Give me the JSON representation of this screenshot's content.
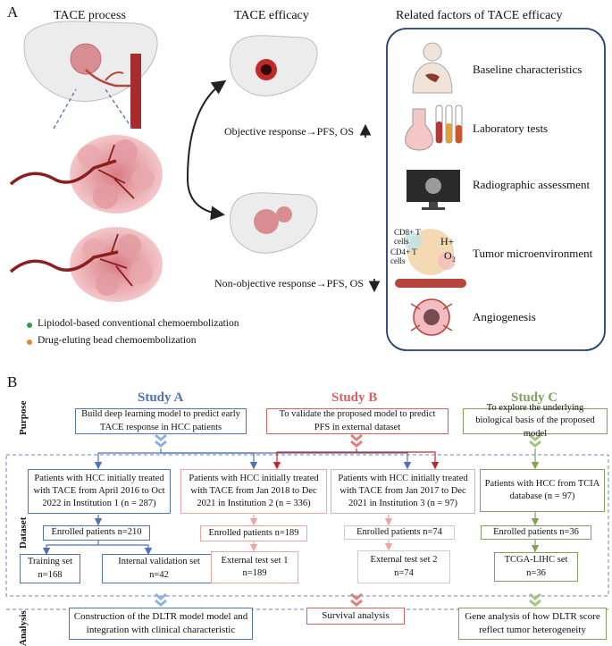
{
  "panelA": {
    "letter": "A",
    "tace_process": "TACE process",
    "tace_efficacy": "TACE efficacy",
    "related_factors": "Related factors of  TACE efficacy",
    "objective": "Objective response→PFS, OS",
    "non_objective": "Non-objective response→PFS, OS",
    "legend_lipiodol": "Lipiodol-based conventional chemoembolization",
    "legend_deb": "Drug-eluting bead chemoembolization",
    "factors": [
      "Baseline characteristics",
      "Laboratory tests",
      "Radiographic assessment",
      "Tumor  microenvironment",
      "Angiogenesis"
    ],
    "tme_labels": {
      "cd8": "CD8+ T",
      "cells1": "cells",
      "cd4": "CD4+ T",
      "cells2": "cells",
      "h": "H+",
      "o2": "O₂"
    },
    "colors": {
      "lipiodol": "#2e9b4f",
      "deb": "#e08a2a",
      "frame": "#1f3f73"
    }
  },
  "panelB": {
    "letter": "B",
    "row_labels": {
      "purpose": "Purpose",
      "dataset": "Dataset",
      "analysis": "Analysis"
    },
    "studies": {
      "a": "Study A",
      "b": "Study B",
      "c": "Study C"
    },
    "colors": {
      "a": "#4f72b8",
      "b": "#d9605f",
      "c": "#7fa35a"
    },
    "purpose_a": "Build deep learning model to predict early TACE response in HCC patients",
    "purpose_b": "To validate the proposed model to predict PFS in external dataset",
    "purpose_c": "To explore the underlying biological basis of the proposed model",
    "inst1": "Patients with HCC initially treated with  TACE from April 2016 to Oct 2022 in Institution 1 (n = 287)",
    "inst2": "Patients with HCC initially treated with TACE from Jan 2018 to Dec 2021 in Institution 2 (n = 336)",
    "inst3": "Patients with HCC initially  treated with TACE from Jan 2017 to Dec 2021 in Institution 3 (n = 97)",
    "tcia": "Patients with HCC from TCIA database (n = 97)",
    "enrolled1": "Enrolled patients n=210",
    "enrolled2": "Enrolled patients n=189",
    "enrolled3": "Enrolled patients n=74",
    "enrolled4": "Enrolled patients n=36",
    "training": [
      "Training set",
      "n=168"
    ],
    "internal": [
      "Internal validation set",
      "n=42"
    ],
    "ext1": [
      "External test set 1",
      "n=189"
    ],
    "ext2": [
      "External test set 2",
      "n=74"
    ],
    "tcga": [
      "TCGA-LIHC set",
      "n=36"
    ],
    "analysis_a": "Construction of the DLTR model model and integration with clinical characteristic",
    "analysis_b": "Survival analysis",
    "analysis_c": "Gene analysis of how DLTR score reflect tumor heterogeneity"
  }
}
